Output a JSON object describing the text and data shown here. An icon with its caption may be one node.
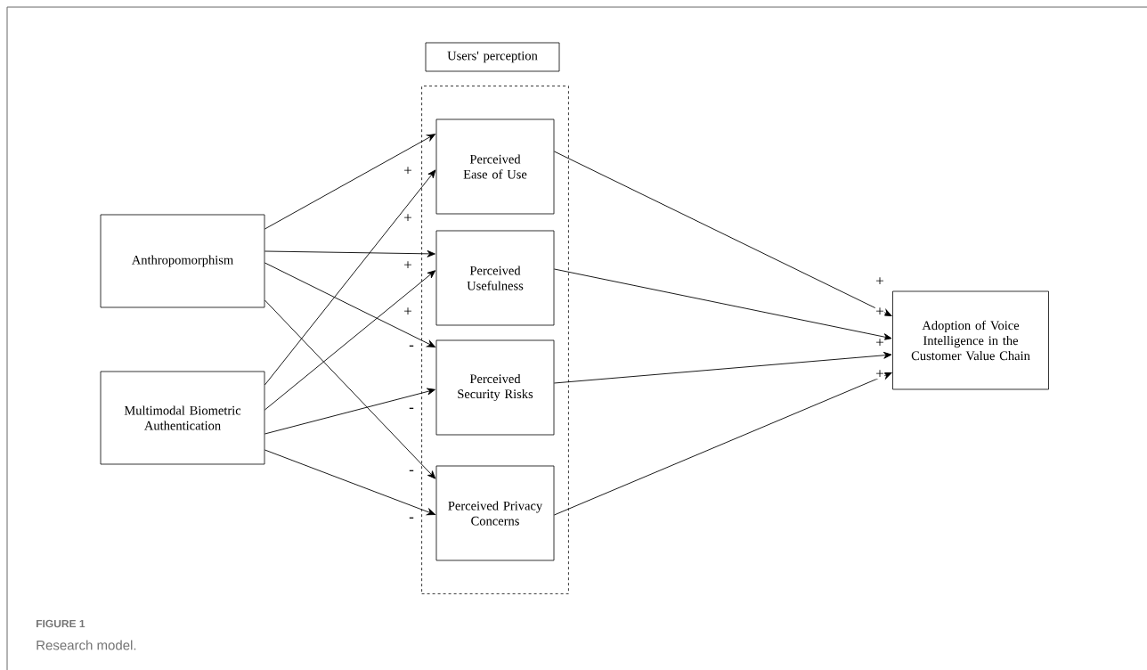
{
  "diagram": {
    "title": "FIGURE 1",
    "caption": "Research model.",
    "nodes": [
      {
        "text": [
          "Users' perception"
        ]
      },
      {
        "text": [],
        "shape": "box"
      },
      {
        "text": [
          "Anthropomorphism"
        ]
      },
      {
        "text": [
          "Multimodal Biometric Authentication"
        ]
      },
      {
        "text": [
          "Perceived Ease of Use"
        ],
        "in": 1
      },
      {
        "text": [
          "Perceived Usefulness"
        ],
        "in": 1
      },
      {
        "text": [
          "Perceived Security Risks"
        ],
        "in": 1
      },
      {
        "text": [
          "Perceived Privacy Concerns"
        ],
        "in": 1
      },
      {
        "text": [
          "Adoption of Voice Intelligence in the Customer Value Chain"
        ]
      }
    ],
    "edges": [
      {
        "from": 2,
        "to": 4,
        "arrow": "to",
        "label": "+"
      },
      {
        "from": 3,
        "to": 4,
        "arrow": "to",
        "label": "+"
      },
      {
        "from": 2,
        "to": 5,
        "arrow": "to",
        "label": "+"
      },
      {
        "from": 3,
        "to": 5,
        "arrow": "to",
        "label": "+"
      },
      {
        "from": 2,
        "to": 6,
        "arrow": "to",
        "label": "-"
      },
      {
        "from": 3,
        "to": 6,
        "arrow": "to",
        "label": "-"
      },
      {
        "from": 2,
        "to": 7,
        "arrow": "to",
        "label": "-"
      },
      {
        "from": 3,
        "to": 7,
        "arrow": "to",
        "label": "-"
      },
      {
        "from": 4,
        "to": 8,
        "arrow": "to",
        "label": "+"
      },
      {
        "from": 5,
        "to": 8,
        "arrow": "to",
        "label": "+"
      },
      {
        "from": 6,
        "to": 8,
        "arrow": "to",
        "label": "+"
      },
      {
        "from": 7,
        "to": 8,
        "arrow": "to",
        "label": "+"
      }
    ]
  }
}
